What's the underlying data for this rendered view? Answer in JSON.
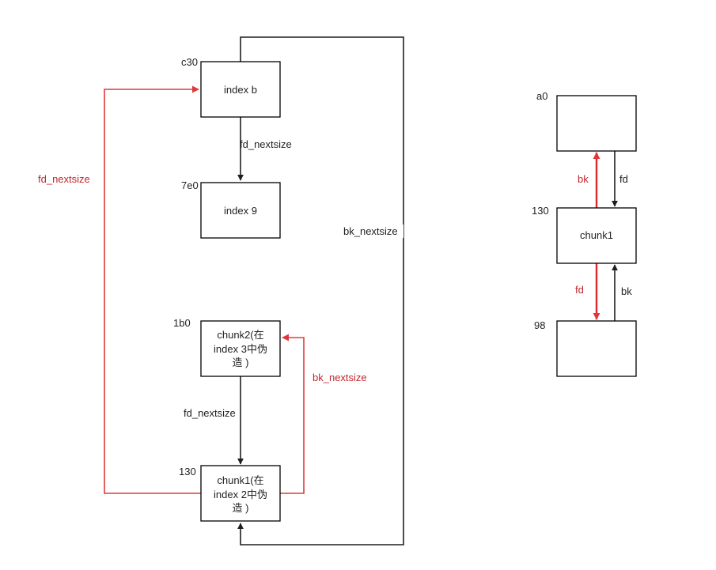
{
  "colors": {
    "dark": "#1f1f1f",
    "red": "#e0383a",
    "red_text": "#c0282c"
  },
  "left": {
    "nodes": {
      "index_b": {
        "addr": "c30",
        "lines": [
          "index b"
        ]
      },
      "index_9": {
        "addr": "7e0",
        "lines": [
          "index 9"
        ]
      },
      "chunk2": {
        "addr": "1b0",
        "lines": [
          "chunk2(在",
          "index 3中伪",
          "造 )"
        ]
      },
      "chunk1": {
        "addr": "130",
        "lines": [
          "chunk1(在",
          "index 2中伪",
          "造 )"
        ]
      }
    },
    "edges": {
      "b_to_9": "fd_nextsize",
      "chunk2_to_chunk1": "fd_nextsize",
      "chunk1_to_b": "fd_nextsize",
      "chunk1_to_chunk2": "bk_nextsize",
      "b_to_chunk1": "bk_nextsize"
    }
  },
  "right": {
    "nodes": {
      "top": {
        "addr": "a0",
        "lines": []
      },
      "chunk1": {
        "addr": "130",
        "lines": [
          "chunk1"
        ]
      },
      "bottom": {
        "addr": "98",
        "lines": []
      }
    },
    "edges": {
      "chunk1_to_top_bk": "bk",
      "top_to_chunk1_fd": "fd",
      "chunk1_to_bottom_fd": "fd",
      "bottom_to_chunk1_bk": "bk"
    }
  }
}
